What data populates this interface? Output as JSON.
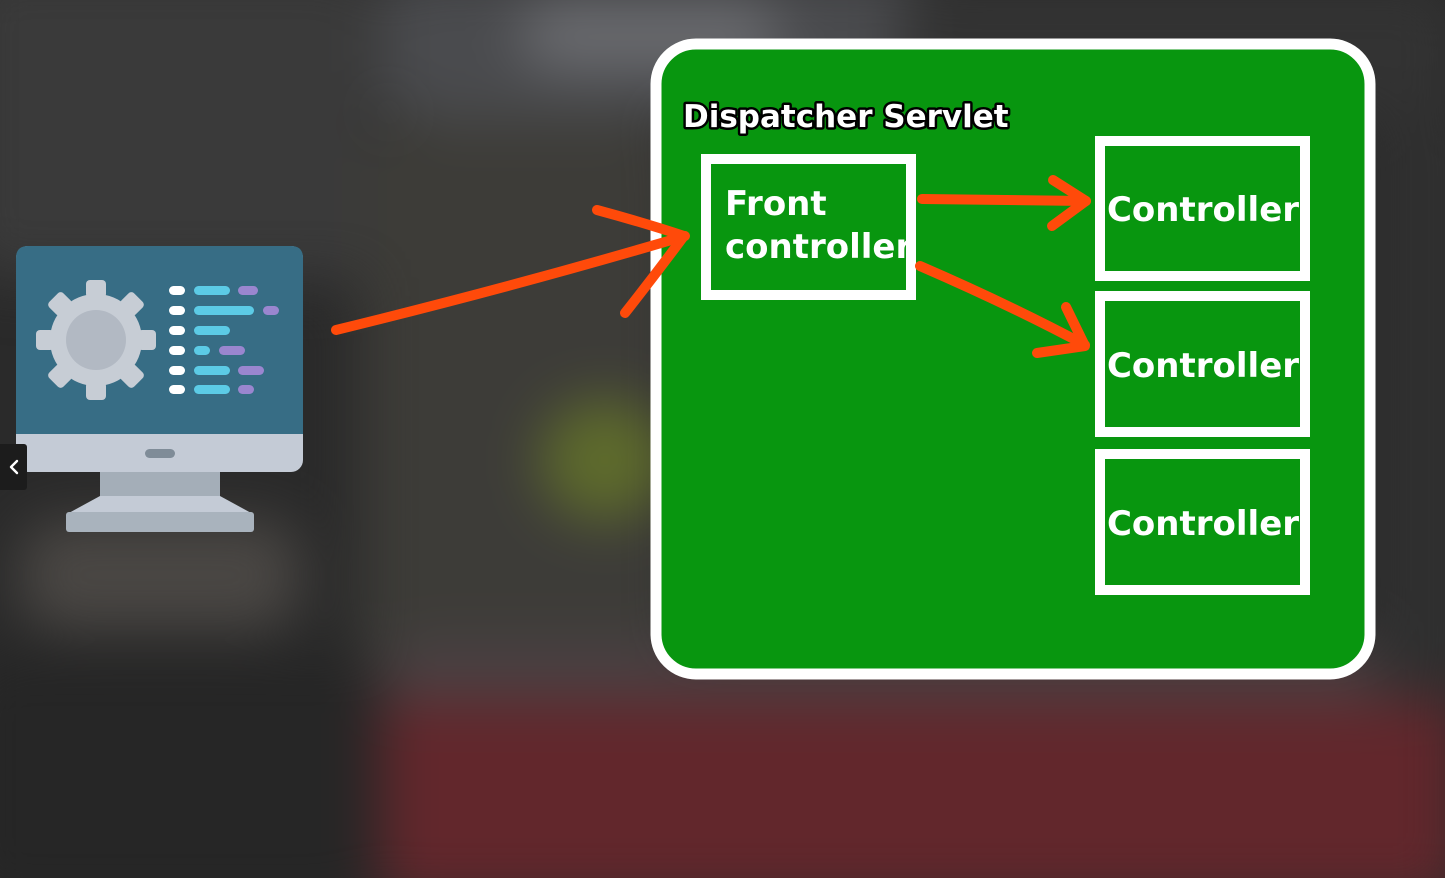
{
  "diagram": {
    "container_label": "Dispatcher Servlet",
    "front_controller": {
      "label_line1": "Front",
      "label_line2": "controller"
    },
    "controllers": [
      {
        "label": "Controller"
      },
      {
        "label": "Controller"
      },
      {
        "label": "Controller"
      }
    ]
  },
  "icons": {
    "client": "computer-settings-icon",
    "nav": "chevron-left-icon"
  },
  "colors": {
    "container_fill": "#08960f",
    "border": "#ffffff",
    "arrow": "#ff4a0a",
    "monitor_screen": "#376d85",
    "monitor_frame": "#c4cbd6",
    "gear": "#c7cdd5",
    "code_cyan": "#5ccbe6",
    "code_purple": "#9a86cf"
  }
}
